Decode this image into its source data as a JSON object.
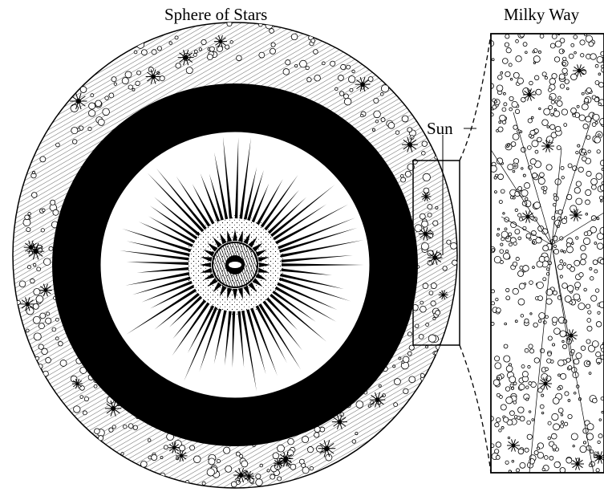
{
  "titles": {
    "left": "Sphere of Stars",
    "right": "Milky Way"
  },
  "labels": {
    "sun": "Sun"
  },
  "colors": {
    "ink": "#000000",
    "paper": "#ffffff"
  }
}
